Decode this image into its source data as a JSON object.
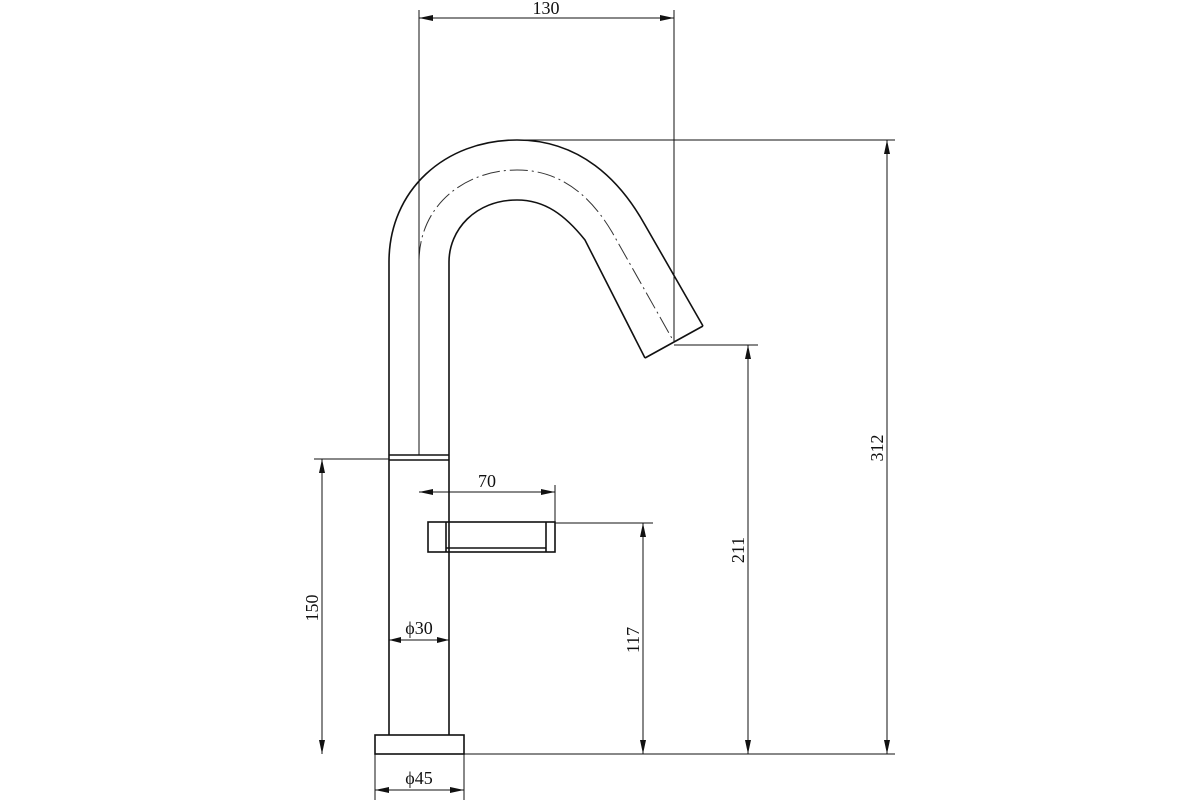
{
  "drawing": {
    "dimensions": {
      "spout_reach": "130",
      "total_height": "312",
      "outlet_height": "211",
      "lever_height": "117",
      "lever_length": "70",
      "body_height": "150",
      "body_diameter": "ϕ30",
      "base_diameter": "ϕ45"
    }
  }
}
